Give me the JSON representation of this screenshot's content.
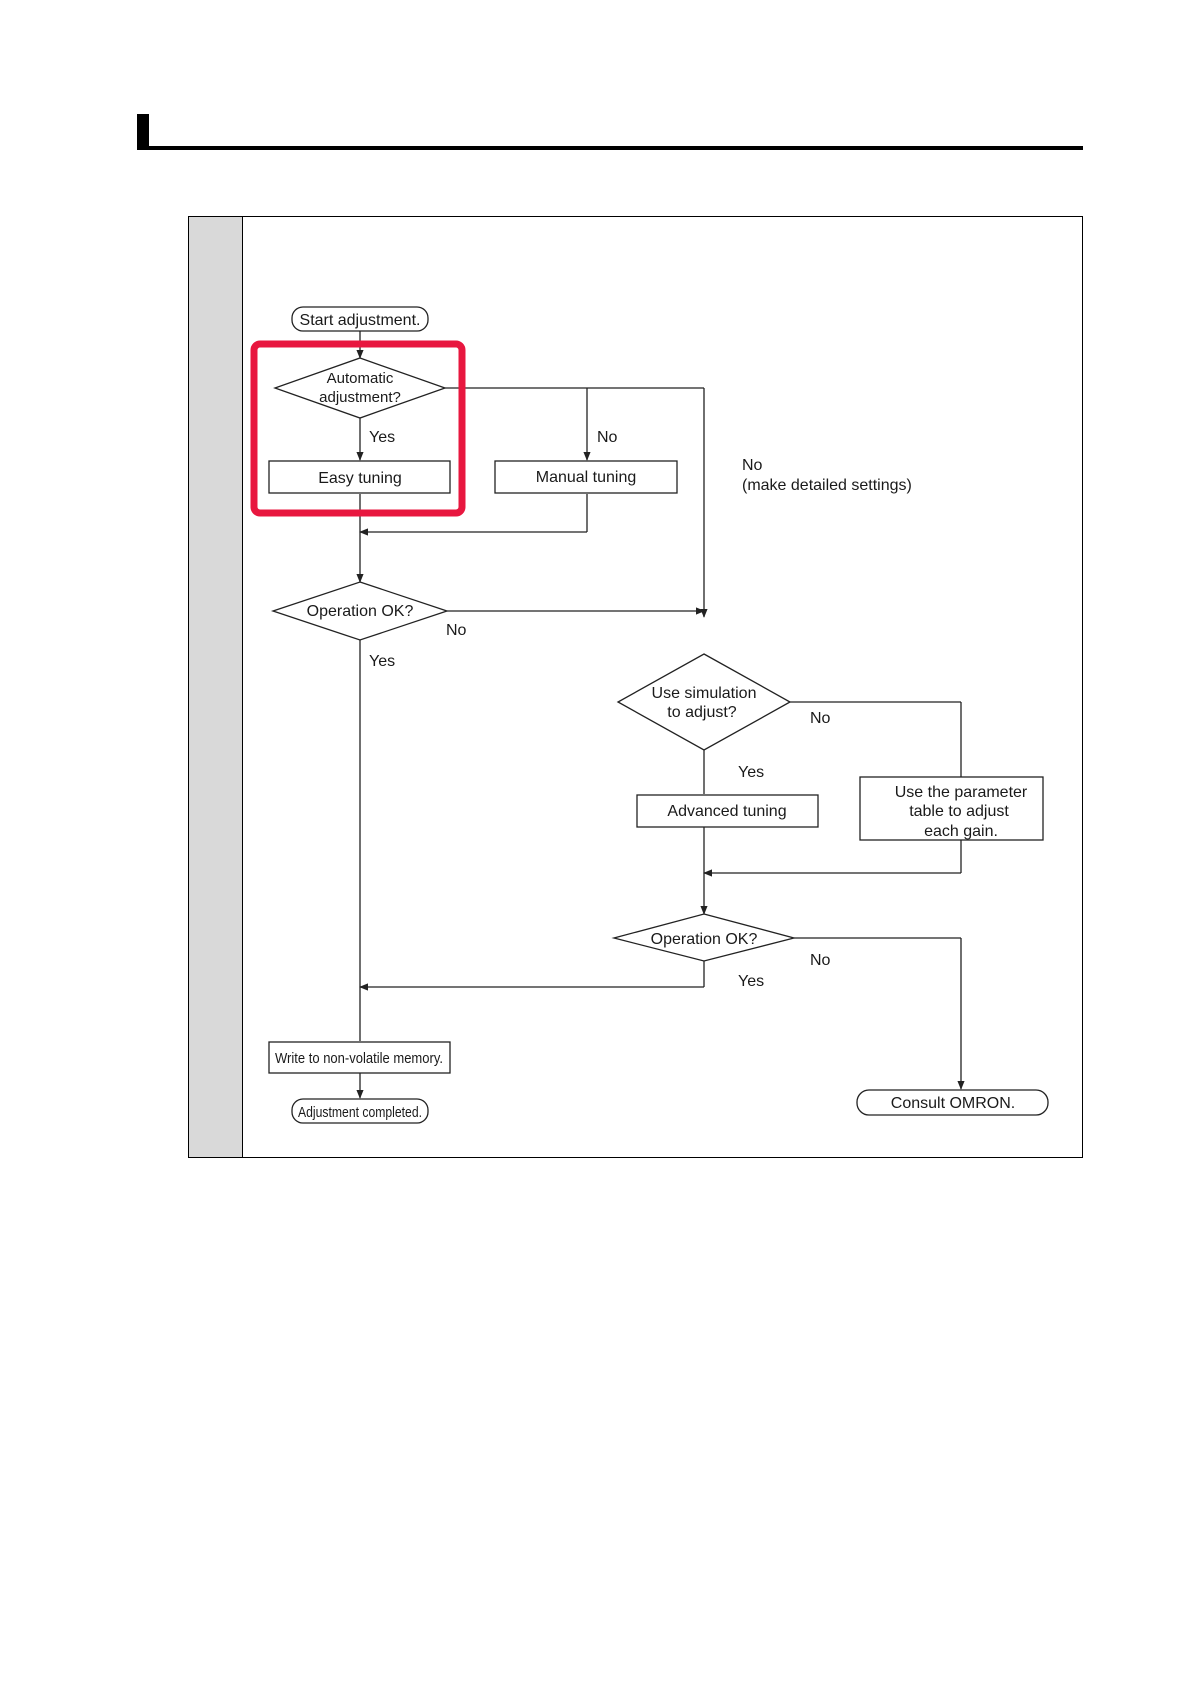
{
  "colors": {
    "highlight": "#e8173f",
    "side_strip": "#d9d9d9",
    "line": "#222222"
  },
  "flowchart": {
    "start": "Start adjustment.",
    "decision_auto": [
      "Automatic",
      "adjustment?"
    ],
    "easy_tuning": "Easy tuning",
    "manual_tuning": "Manual tuning",
    "decision_op1": "Operation OK?",
    "decision_sim": [
      "Use simulation",
      "to adjust?"
    ],
    "advanced_tuning": "Advanced tuning",
    "param_table": [
      "Use the parameter",
      "table to adjust",
      "each gain."
    ],
    "decision_op2": "Operation OK?",
    "write_memory": "Write to non-volatile memory.",
    "completed": "Adjustment completed.",
    "consult": "Consult OMRON.",
    "labels": {
      "auto_yes": "Yes",
      "auto_no_manual": "No",
      "auto_no_detailed": [
        "No",
        "(make detailed settings)"
      ],
      "op1_no": "No",
      "op1_yes": "Yes",
      "sim_no": "No",
      "sim_yes": "Yes",
      "op2_no": "No",
      "op2_yes": "Yes"
    }
  }
}
